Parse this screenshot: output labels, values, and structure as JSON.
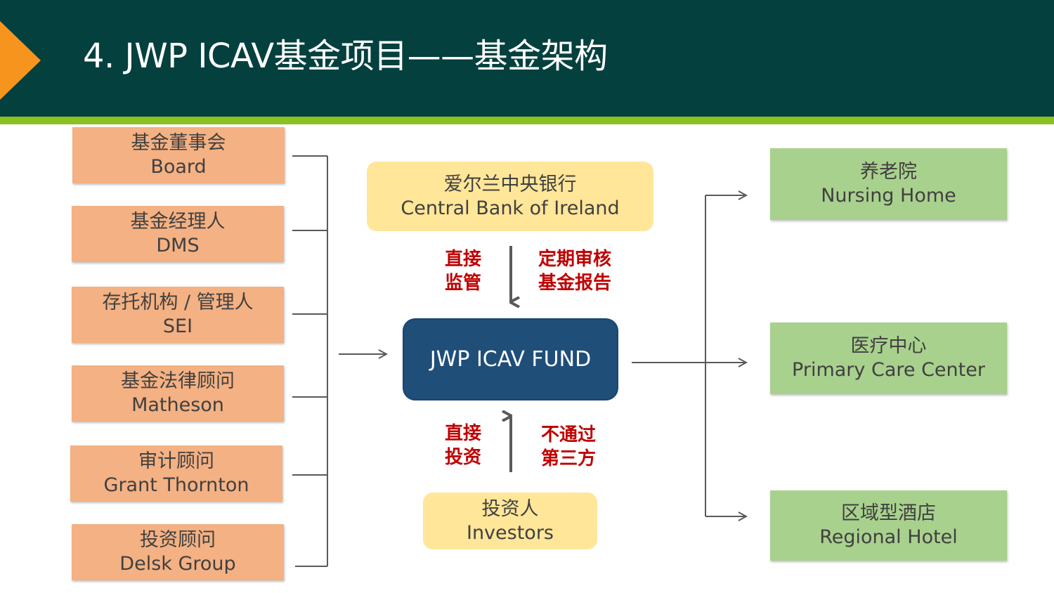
{
  "title": "4. JWP ICAV基金项目——基金架构",
  "colors": {
    "header_bg": "#04403e",
    "header_stripe": "#8dc021",
    "header_chevron": "#f7941d",
    "left_box": "#f4b183",
    "right_box": "#a9d18e",
    "yellow_box": "#ffe699",
    "fund_box": "#1f4e79",
    "red_text": "#c00000",
    "line": "#595959"
  },
  "left_boxes": [
    {
      "cn": "基金董事会",
      "en": "Board"
    },
    {
      "cn": "基金经理人",
      "en": "DMS"
    },
    {
      "cn": "存托机构 / 管理人",
      "en": "SEI"
    },
    {
      "cn": "基金法律顾问",
      "en": "Matheson"
    },
    {
      "cn": "审计顾问",
      "en": "Grant Thornton"
    },
    {
      "cn": "投资顾问",
      "en": "Delsk Group"
    }
  ],
  "regulator": {
    "cn": "爱尔兰中央银行",
    "en": "Central Bank of Ireland"
  },
  "fund": {
    "label": "JWP ICAV FUND"
  },
  "investors": {
    "cn": "投资人",
    "en": "Investors"
  },
  "supervision_labels": {
    "left": [
      "直接",
      "监管"
    ],
    "right": [
      "定期审核",
      "基金报告"
    ]
  },
  "investment_labels": {
    "left": [
      "直接",
      "投资"
    ],
    "right": [
      "不通过",
      "第三方"
    ]
  },
  "right_boxes": [
    {
      "cn": "养老院",
      "en": "Nursing Home"
    },
    {
      "cn": "医疗中心",
      "en": "Primary Care Center"
    },
    {
      "cn": "区域型酒店",
      "en": "Regional Hotel"
    }
  ]
}
